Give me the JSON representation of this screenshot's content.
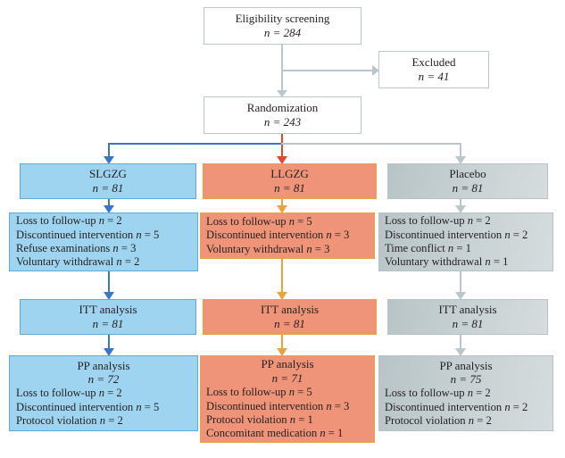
{
  "diagram": {
    "title": "CONSORT participant flow diagram",
    "colors": {
      "blue_fill": "#9ed4f0",
      "blue_border": "#5fa9d4",
      "blue_connector": "#3b76c4",
      "salmon_fill": "#ef9479",
      "salmon_border": "#e8a33d",
      "salmon_connector": "#e8a33d",
      "red_connector": "#e34a24",
      "gray_fill": "#c6d0d2",
      "gray_border": "#b6c2c5",
      "gray_connector": "#b9c6cb",
      "plain_border": "#b9c6cb",
      "text": "#231f20"
    },
    "enrollment": {
      "screening": {
        "label": "Eligibility screening",
        "n": "n = 284"
      },
      "excluded": {
        "label": "Excluded",
        "n": "n = 41"
      },
      "randomization": {
        "label": "Randomization",
        "n": "n = 243"
      }
    },
    "arms": [
      {
        "id": "slgzg",
        "name": "SLGZG",
        "allocated_n": "n = 81",
        "dropouts": [
          "Loss to follow-up n = 2",
          "Discontinued intervention n = 5",
          "Refuse examinations n = 3",
          "Voluntary withdrawal n = 2"
        ],
        "itt": {
          "label": "ITT analysis",
          "n": "n = 81"
        },
        "pp": {
          "label": "PP analysis",
          "n": "n = 72",
          "reasons": [
            "Loss to follow-up n = 2",
            "Discontinued intervention n = 5",
            "Protocol violation n = 2"
          ]
        }
      },
      {
        "id": "llgzg",
        "name": "LLGZG",
        "allocated_n": "n = 81",
        "dropouts": [
          "Loss to follow-up n = 5",
          "Discontinued intervention n = 3",
          "Voluntary withdrawal n = 3"
        ],
        "itt": {
          "label": "ITT analysis",
          "n": "n = 81"
        },
        "pp": {
          "label": "PP analysis",
          "n": "n = 71",
          "reasons": [
            "Loss to follow-up n = 5",
            "Discontinued intervention n = 3",
            "Protocol violation n = 1",
            "Concomitant medication n = 1"
          ]
        }
      },
      {
        "id": "placebo",
        "name": "Placebo",
        "allocated_n": "n = 81",
        "dropouts": [
          "Loss to follow-up n = 2",
          "Discontinued intervention n = 2",
          "Time conflict n = 1",
          "Voluntary withdrawal n = 1"
        ],
        "itt": {
          "label": "ITT analysis",
          "n": "n = 81"
        },
        "pp": {
          "label": "PP analysis",
          "n": "n = 75",
          "reasons": [
            "Loss to follow-up n = 2",
            "Discontinued intervention n = 2",
            "Protocol violation n = 2"
          ]
        }
      }
    ]
  }
}
